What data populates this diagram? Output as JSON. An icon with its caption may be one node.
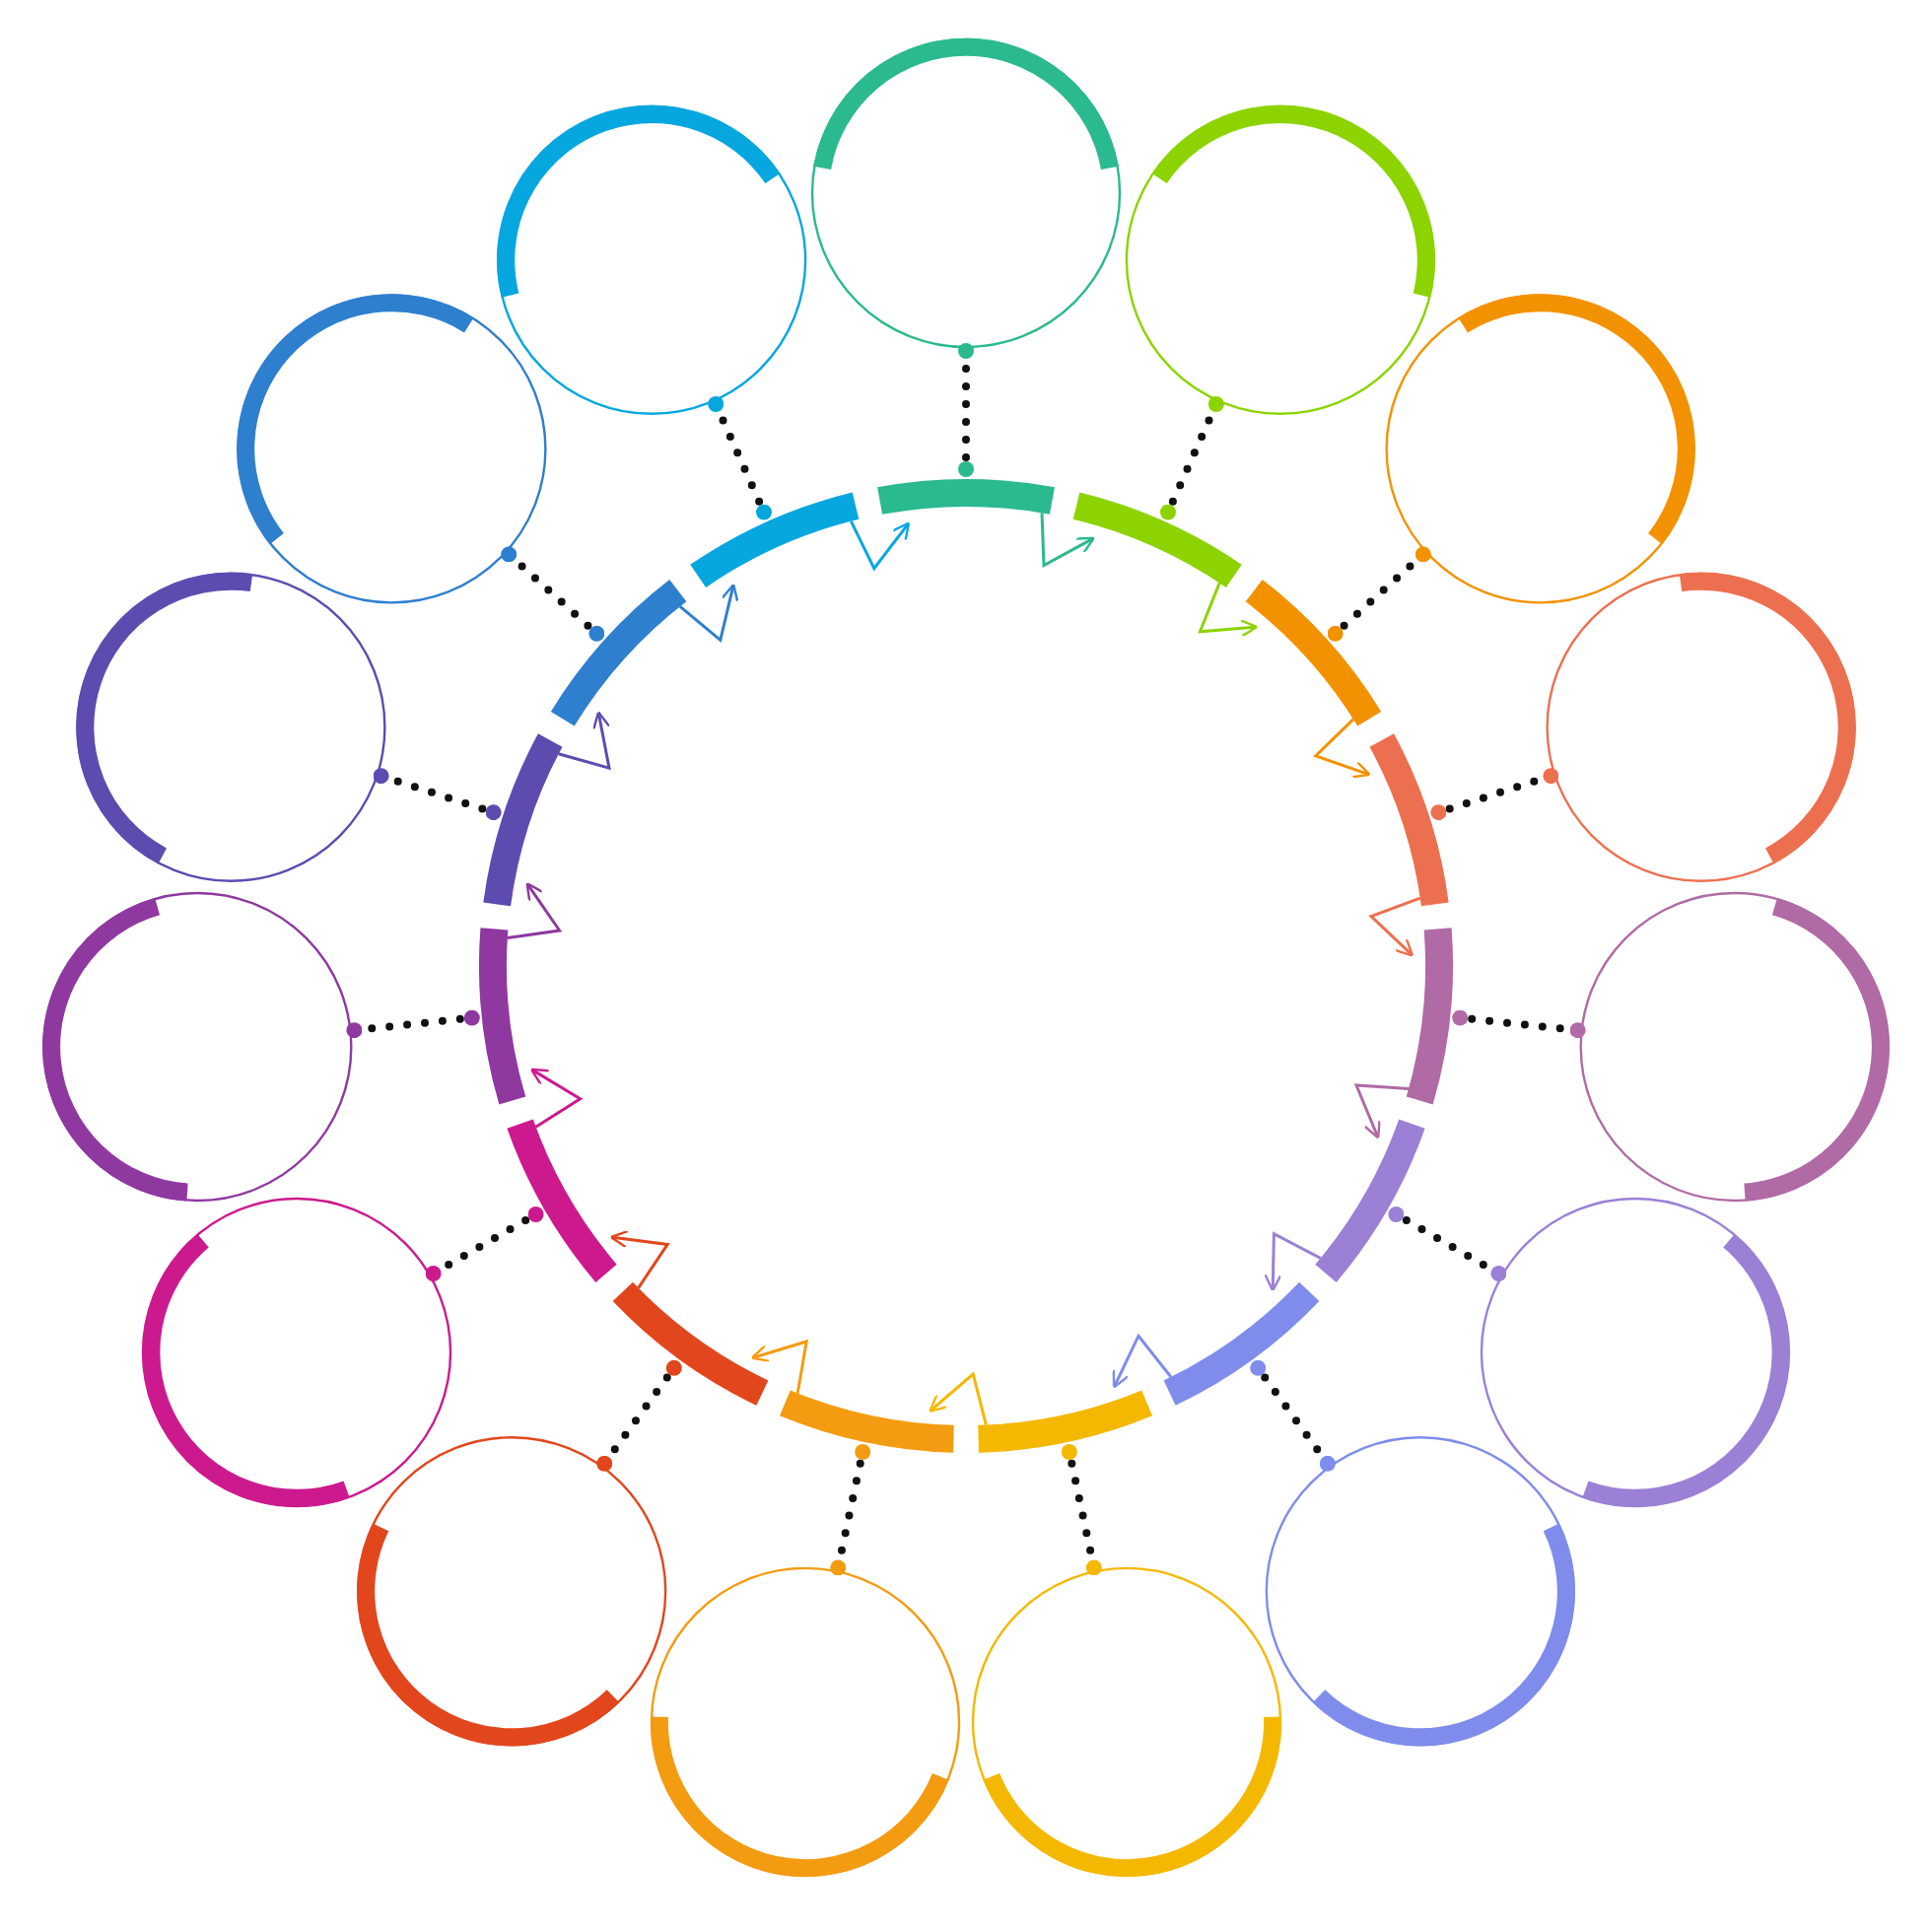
{
  "diagram": {
    "nodes": [
      {
        "text": [],
        "shape": "circle"
      },
      {
        "text": [],
        "shape": "circle"
      },
      {
        "text": [],
        "shape": "circle"
      },
      {
        "text": [],
        "shape": "circle"
      },
      {
        "text": [],
        "shape": "circle"
      },
      {
        "text": [],
        "shape": "circle"
      },
      {
        "text": [],
        "shape": "circle"
      },
      {
        "text": [],
        "shape": "circle"
      },
      {
        "text": [],
        "shape": "circle"
      },
      {
        "text": [],
        "shape": "circle"
      },
      {
        "text": [],
        "shape": "circle"
      },
      {
        "text": [],
        "shape": "circle"
      },
      {
        "text": [],
        "shape": "circle"
      },
      {
        "text": [],
        "shape": "circle"
      },
      {
        "text": [],
        "shape": "circle"
      },
      {
        "text": [],
        "shape": "arc"
      },
      {
        "text": [],
        "shape": "arc"
      },
      {
        "text": [],
        "shape": "arc"
      },
      {
        "text": [],
        "shape": "arc"
      },
      {
        "text": [],
        "shape": "arc"
      },
      {
        "text": [],
        "shape": "arc"
      },
      {
        "text": [],
        "shape": "arc"
      },
      {
        "text": [],
        "shape": "arc"
      },
      {
        "text": [],
        "shape": "arc"
      },
      {
        "text": [],
        "shape": "arc"
      },
      {
        "text": [],
        "shape": "arc"
      },
      {
        "text": [],
        "shape": "arc"
      },
      {
        "text": [],
        "shape": "arc"
      },
      {
        "text": [],
        "shape": "arc"
      },
      {
        "text": [],
        "shape": "arc"
      }
    ],
    "edges": [
      {
        "from": 0,
        "to": 15,
        "arrow": "other",
        "style": "dashed"
      },
      {
        "from": 1,
        "to": 16,
        "arrow": "other",
        "style": "dashed"
      },
      {
        "from": 2,
        "to": 17,
        "arrow": "other",
        "style": "dashed"
      },
      {
        "from": 3,
        "to": 18,
        "arrow": "other",
        "style": "dashed"
      },
      {
        "from": 4,
        "to": 19,
        "arrow": "other",
        "style": "dashed"
      },
      {
        "from": 5,
        "to": 20,
        "arrow": "other",
        "style": "dashed"
      },
      {
        "from": 6,
        "to": 21,
        "arrow": "other",
        "style": "dashed"
      },
      {
        "from": 7,
        "to": 22,
        "arrow": "other",
        "style": "dashed"
      },
      {
        "from": 8,
        "to": 23,
        "arrow": "other",
        "style": "dashed"
      },
      {
        "from": 9,
        "to": 24,
        "arrow": "other",
        "style": "dashed"
      },
      {
        "from": 10,
        "to": 25,
        "arrow": "other",
        "style": "dashed"
      },
      {
        "from": 11,
        "to": 26,
        "arrow": "other",
        "style": "dashed"
      },
      {
        "from": 12,
        "to": 27,
        "arrow": "other",
        "style": "dashed"
      },
      {
        "from": 13,
        "to": 28,
        "arrow": "other",
        "style": "dashed"
      },
      {
        "from": 14,
        "to": 29,
        "arrow": "other",
        "style": "dashed"
      },
      {
        "from": 15,
        "to": 16,
        "arrow": "to",
        "color": "#2bb98f"
      },
      {
        "from": 16,
        "to": 17,
        "arrow": "to",
        "color": "#8cd300"
      },
      {
        "from": 17,
        "to": 18,
        "arrow": "to",
        "color": "#f39200"
      },
      {
        "from": 18,
        "to": 19,
        "arrow": "to",
        "color": "#ec7050"
      },
      {
        "from": 19,
        "to": 20,
        "arrow": "to",
        "color": "#b06aa5"
      },
      {
        "from": 20,
        "to": 21,
        "arrow": "to",
        "color": "#9b80d6"
      },
      {
        "from": 21,
        "to": 22,
        "arrow": "to",
        "color": "#7f8ceb"
      },
      {
        "from": 22,
        "to": 23,
        "arrow": "to",
        "color": "#f5b800"
      },
      {
        "from": 23,
        "to": 24,
        "arrow": "to",
        "color": "#f39c12"
      },
      {
        "from": 24,
        "to": 25,
        "arrow": "to",
        "color": "#e2461c"
      },
      {
        "from": 25,
        "to": 26,
        "arrow": "to",
        "color": "#cc1a8e"
      },
      {
        "from": 26,
        "to": 27,
        "arrow": "to",
        "color": "#8e38a0"
      },
      {
        "from": 27,
        "to": 28,
        "arrow": "to",
        "color": "#5e4bb0"
      },
      {
        "from": 28,
        "to": 29,
        "arrow": "to",
        "color": "#2f7fcf"
      },
      {
        "from": 29,
        "to": 15,
        "arrow": "to",
        "color": "#06a6df"
      }
    ]
  }
}
